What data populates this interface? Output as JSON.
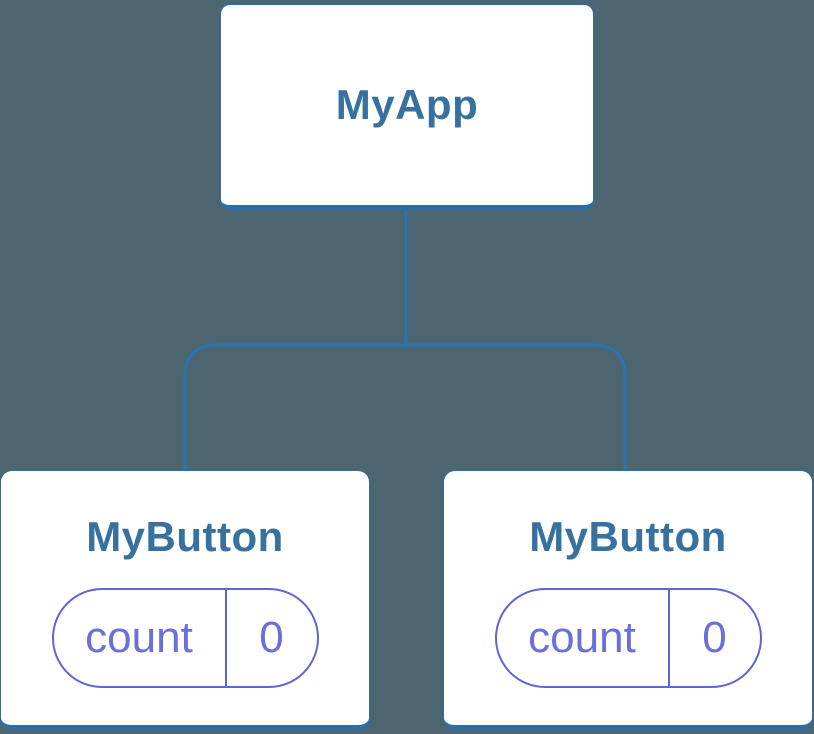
{
  "diagram": {
    "root": {
      "label": "MyApp"
    },
    "children": [
      {
        "label": "MyButton",
        "state": {
          "key": "count",
          "value": "0"
        }
      },
      {
        "label": "MyButton",
        "state": {
          "key": "count",
          "value": "0"
        }
      }
    ]
  },
  "colors": {
    "background": "#4B6670",
    "card_bg": "#FFFFFF",
    "connector_line": "#2B74AE",
    "card_border": "#2E6DA4",
    "heading_text": "#36719F",
    "pill_border": "#5F65D3",
    "pill_text": "#6A6FDB"
  }
}
